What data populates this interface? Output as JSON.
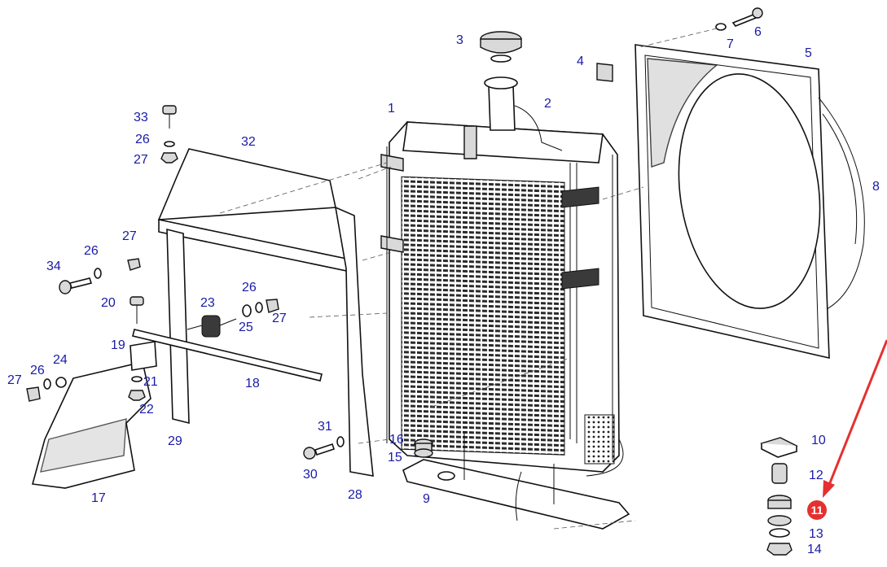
{
  "diagram": {
    "callouts": [
      "1",
      "2",
      "3",
      "4",
      "5",
      "6",
      "7",
      "8",
      "9",
      "10",
      "12",
      "13",
      "14",
      "15",
      "16",
      "17",
      "18",
      "19",
      "20",
      "21",
      "22",
      "23",
      "24",
      "25",
      "26",
      "27",
      "28",
      "29",
      "30",
      "31",
      "32",
      "33",
      "34"
    ],
    "highlight": "11",
    "colors": {
      "callout_text": "#1a1aa8",
      "highlight": "#e53030",
      "line_art": "#111111"
    }
  }
}
